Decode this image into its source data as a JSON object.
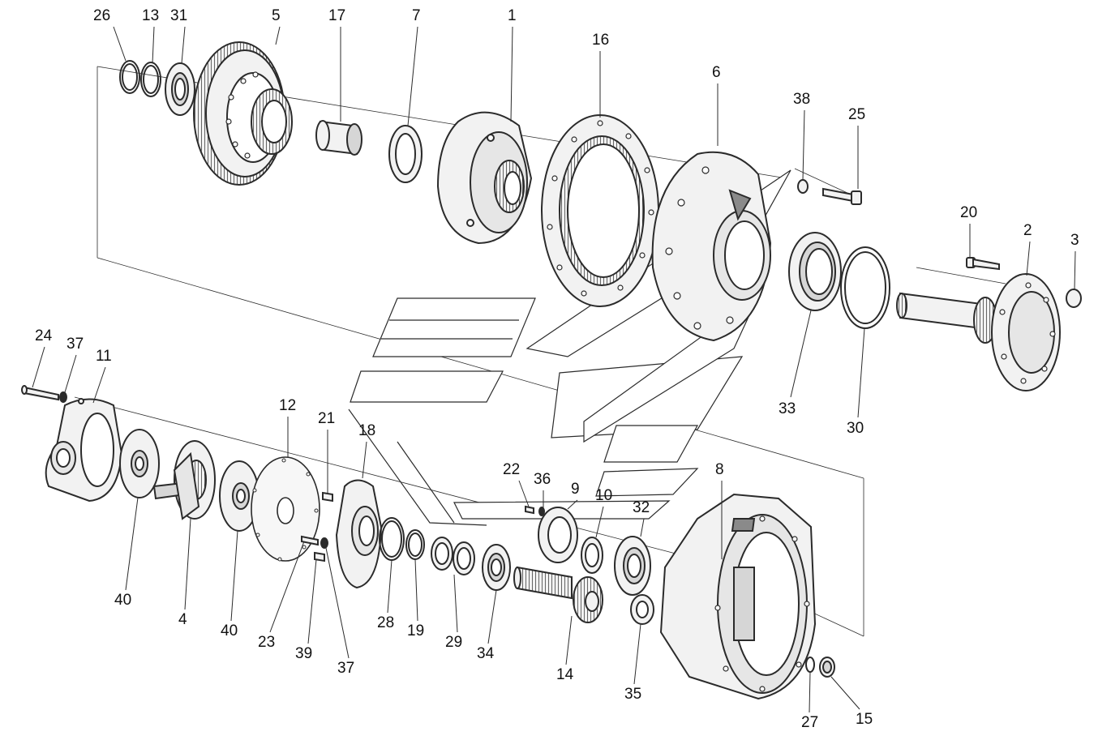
{
  "diagram": {
    "colors": {
      "line": "#2b2b2b",
      "fill": "#f2f2f2",
      "shade": "#d6d6d6",
      "dark": "#8a8a8a",
      "text": "#111111"
    },
    "parts": [
      {
        "id": "p26",
        "label": "26"
      },
      {
        "id": "p13",
        "label": "13"
      },
      {
        "id": "p31",
        "label": "31"
      },
      {
        "id": "p5",
        "label": "5"
      },
      {
        "id": "p17",
        "label": "17"
      },
      {
        "id": "p7",
        "label": "7"
      },
      {
        "id": "p1",
        "label": "1"
      },
      {
        "id": "p16",
        "label": "16"
      },
      {
        "id": "p6",
        "label": "6"
      },
      {
        "id": "p38",
        "label": "38"
      },
      {
        "id": "p25",
        "label": "25"
      },
      {
        "id": "p20",
        "label": "20"
      },
      {
        "id": "p2",
        "label": "2"
      },
      {
        "id": "p3",
        "label": "3"
      },
      {
        "id": "p33",
        "label": "33"
      },
      {
        "id": "p30",
        "label": "30"
      },
      {
        "id": "p24",
        "label": "24"
      },
      {
        "id": "p37a",
        "label": "37"
      },
      {
        "id": "p11",
        "label": "11"
      },
      {
        "id": "p12",
        "label": "12"
      },
      {
        "id": "p21",
        "label": "21"
      },
      {
        "id": "p18",
        "label": "18"
      },
      {
        "id": "p22",
        "label": "22"
      },
      {
        "id": "p36",
        "label": "36"
      },
      {
        "id": "p9",
        "label": "9"
      },
      {
        "id": "p10",
        "label": "10"
      },
      {
        "id": "p32",
        "label": "32"
      },
      {
        "id": "p8",
        "label": "8"
      },
      {
        "id": "p40a",
        "label": "40"
      },
      {
        "id": "p4",
        "label": "4"
      },
      {
        "id": "p40b",
        "label": "40"
      },
      {
        "id": "p23",
        "label": "23"
      },
      {
        "id": "p39",
        "label": "39"
      },
      {
        "id": "p37b",
        "label": "37"
      },
      {
        "id": "p28",
        "label": "28"
      },
      {
        "id": "p19",
        "label": "19"
      },
      {
        "id": "p29",
        "label": "29"
      },
      {
        "id": "p34",
        "label": "34"
      },
      {
        "id": "p14",
        "label": "14"
      },
      {
        "id": "p35",
        "label": "35"
      },
      {
        "id": "p27",
        "label": "27"
      },
      {
        "id": "p15",
        "label": "15"
      }
    ]
  }
}
